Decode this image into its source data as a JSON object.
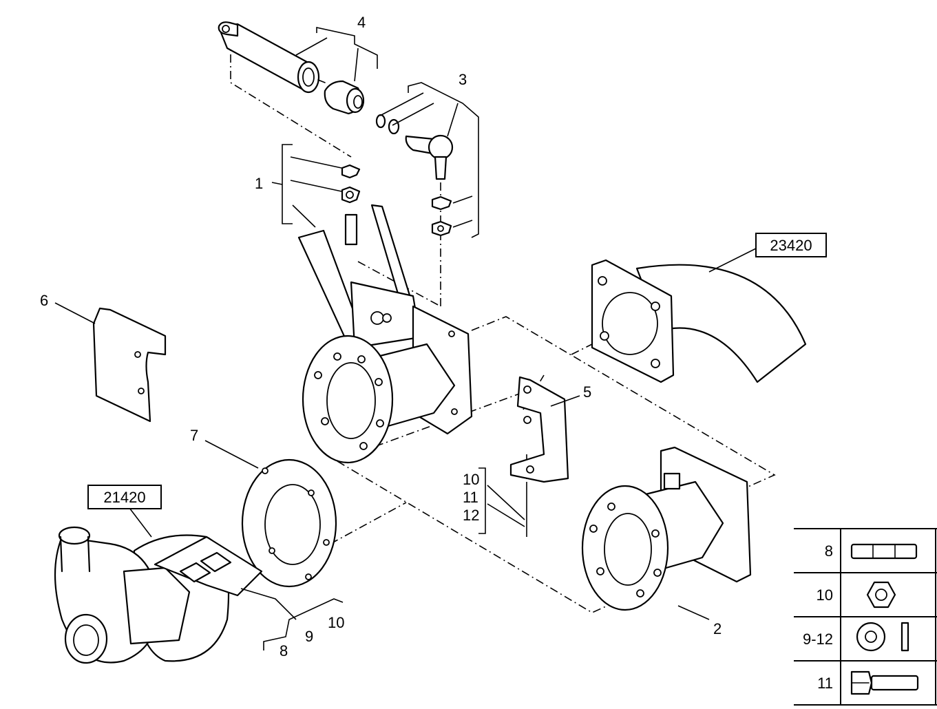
{
  "callouts": {
    "c1": "1",
    "c2": "2",
    "c3": "3",
    "c4": "4",
    "c5": "5",
    "c6": "6",
    "c7": "7",
    "c8": "8",
    "c9": "9",
    "c10a": "10",
    "c10b": "10",
    "c11": "11",
    "c12": "12"
  },
  "refs": {
    "ref_top": "23420",
    "ref_left": "21420"
  },
  "legend": [
    {
      "label": "8",
      "icon": "stud-icon"
    },
    {
      "label": "10",
      "icon": "hex-nut-icon"
    },
    {
      "label": "9-12",
      "icon": "washer-icon"
    },
    {
      "label": "11",
      "icon": "bolt-icon"
    }
  ]
}
